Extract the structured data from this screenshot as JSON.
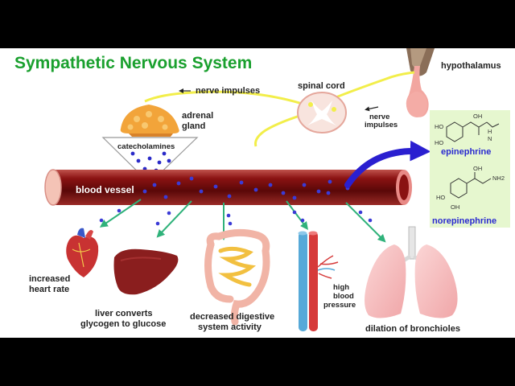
{
  "title": "Sympathetic Nervous System",
  "labels": {
    "hypothalamus": "hypothalamus",
    "spinal_cord": "spinal cord",
    "nerve_impulses_top": "nerve impulses",
    "nerve_impulses_right_1": "nerve",
    "nerve_impulses_right_2": "impulses",
    "adrenal_1": "adrenal",
    "adrenal_2": "gland",
    "catecholamines": "catecholamines",
    "blood_vessel": "blood vessel",
    "heart_1": "increased",
    "heart_2": "heart rate",
    "liver_1": "liver converts",
    "liver_2": "glycogen to glucose",
    "digestive_1": "decreased digestive",
    "digestive_2": "system activity",
    "bp_1": "high",
    "bp_2": "blood",
    "bp_3": "pressure",
    "bronchi": "dilation of bronchioles"
  },
  "molecules": {
    "epinephrine": "epinephrine",
    "norepinephrine": "norepinephrine",
    "atoms": {
      "ho": "HO",
      "oh": "OH",
      "h": "H",
      "n": "N",
      "nh2": "NH2"
    }
  },
  "colors": {
    "title": "#1aa02e",
    "nerve": "#f2ee4a",
    "vessel": "#8a1010",
    "vessel_dark": "#4a0707",
    "molecule": "#2a2ac8",
    "arrow_green": "#2fb27a",
    "arrow_blue": "#2a1fd0",
    "molecule_panel": "#e6f7cf",
    "chem_label": "#2a2ad0"
  }
}
